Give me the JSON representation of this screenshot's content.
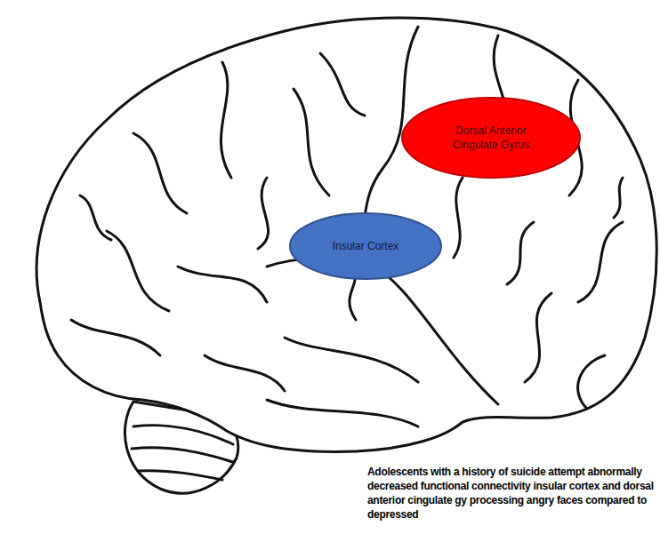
{
  "diagram": {
    "nodes": [
      {
        "text": [
          "Dorsal Anterior Cingulate Gyrus"
        ]
      },
      {
        "text": [
          "Insular Cortex"
        ]
      }
    ],
    "labels": [
      "Adolescents with a history of suicide attempt abnormally decreased functional connectivity insular cortex and dorsal anterior cingulate gy processing angry faces compared to depressed"
    ]
  }
}
